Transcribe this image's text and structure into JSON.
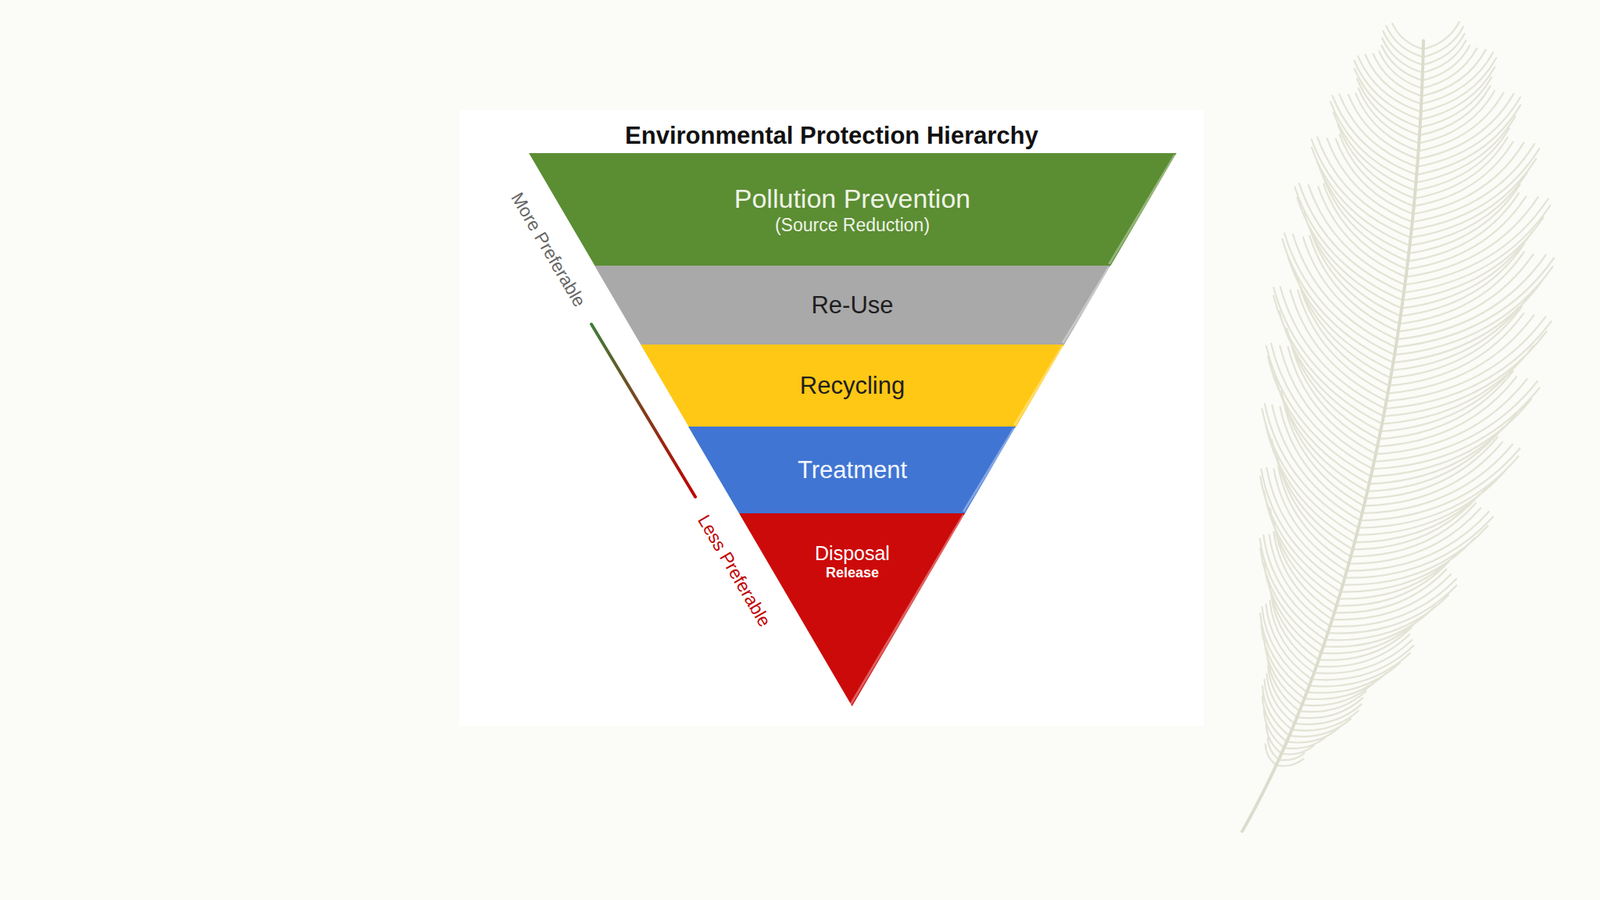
{
  "diagram": {
    "title": "Environmental Protection Hierarchy",
    "nodes": [
      {
        "text": [
          "Pollution Prevention",
          "(Source Reduction)"
        ]
      },
      {
        "text": [
          "Re-Use"
        ]
      },
      {
        "text": [
          "Recycling"
        ]
      },
      {
        "text": [
          "Treatment"
        ]
      },
      {
        "text": [
          "Disposal",
          "Release"
        ]
      }
    ],
    "labels": [
      "More Preferable",
      "Less Preferable"
    ]
  }
}
